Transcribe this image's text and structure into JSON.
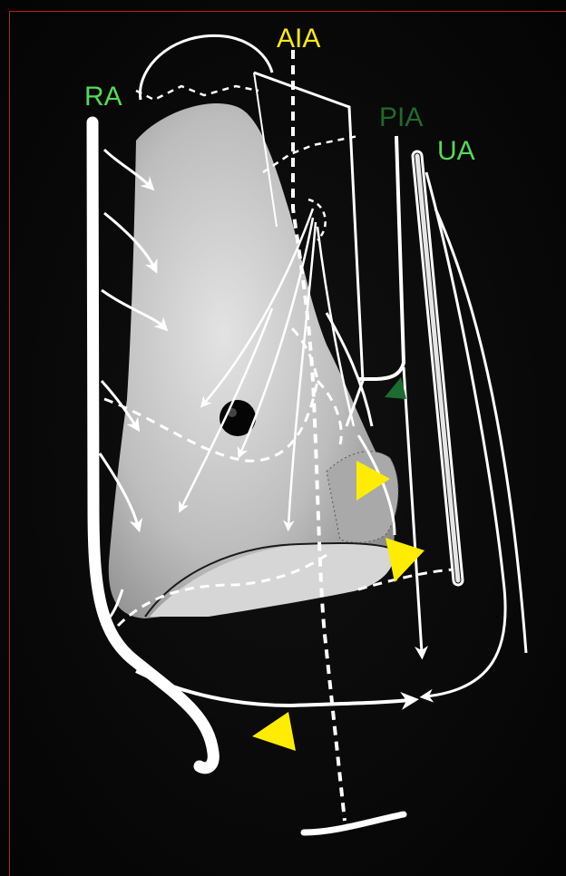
{
  "colors": {
    "background": "#000000",
    "frame": "#b0251e",
    "label_green": "#56d956",
    "label_dark_green": "#1e6b2a",
    "label_yellow": "#ffe812",
    "arrowhead_yellow": "#ffec00",
    "arrowhead_dark_green": "#1c6b30",
    "vessel": "#ffffff",
    "bone": "#c9c9c9"
  },
  "labels": {
    "ra": "RA",
    "aia": "AIA",
    "pia": "PIA",
    "ua": "UA"
  },
  "markers": [
    {
      "id": "yellow-arrowhead-upper",
      "color": "yellow"
    },
    {
      "id": "yellow-arrowhead-middle",
      "color": "yellow"
    },
    {
      "id": "yellow-arrowhead-lower",
      "color": "yellow"
    },
    {
      "id": "dark-green-arrowhead",
      "color": "dark-green"
    }
  ]
}
